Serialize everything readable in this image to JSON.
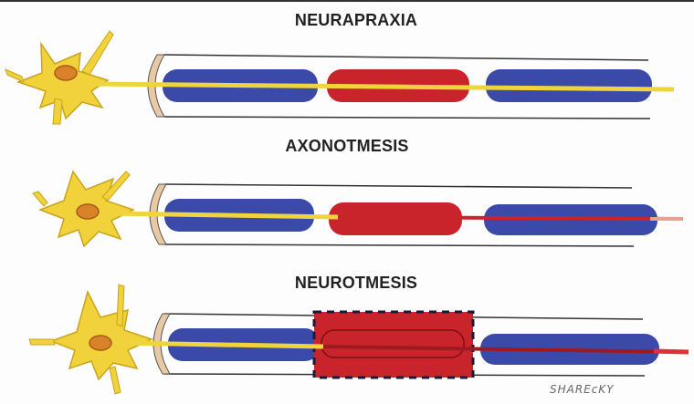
{
  "panels": [
    {
      "title": "NEURAPRAXIA"
    },
    {
      "title": "AXONOTMESIS"
    },
    {
      "title": "NEUROTMESIS"
    }
  ],
  "signature": "SHAREcKY",
  "colors": {
    "neuron_body": "#f2d23a",
    "nucleus": "#d8832a",
    "axon": "#f0d43c",
    "myelin": "#3b4aa8",
    "injury": "#c9242b",
    "sheath_cap": "#e8c9a3",
    "outline": "#333333"
  }
}
